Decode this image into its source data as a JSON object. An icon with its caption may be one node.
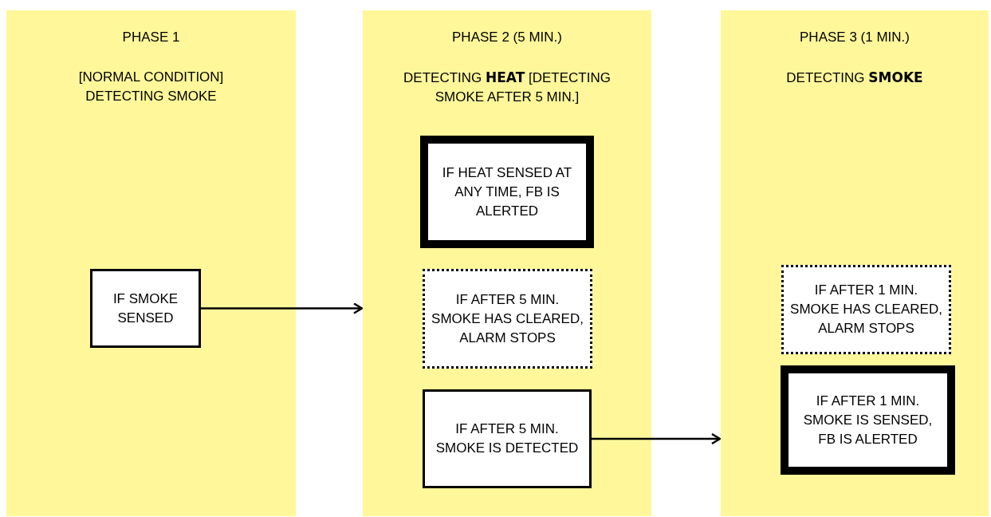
{
  "diagram": {
    "nodes": [
      {
        "text": [
          "PHASE 1",
          "[NORMAL CONDITION] DETECTING SMOKE"
        ]
      },
      {
        "text": [
          "PHASE 2 (5 MIN.)",
          "DETECTING **HEAT** [DETECTING SMOKE AFTER 5 MIN.]"
        ]
      },
      {
        "text": [
          "PHASE 3 (1 MIN.)",
          "DETECTING **SMOKE**"
        ]
      },
      {
        "text": [
          "IF SMOKE SENSED"
        ],
        "in": 0
      },
      {
        "text": [
          "IF HEAT SENSED AT ANY TIME, FB IS ALERTED"
        ],
        "in": 1
      },
      {
        "text": [
          "IF AFTER 5 MIN. SMOKE HAS CLEARED, ALARM STOPS"
        ],
        "in": 1
      },
      {
        "text": [
          "IF AFTER 5 MIN. SMOKE IS DETECTED"
        ],
        "in": 1
      },
      {
        "text": [
          "IF AFTER 1 MIN. SMOKE HAS CLEARED, ALARM STOPS"
        ],
        "in": 2
      },
      {
        "text": [
          "IF AFTER 1 MIN. SMOKE IS SENSED, FB IS ALERTED"
        ],
        "in": 2
      }
    ],
    "edges": [
      {
        "from": 3,
        "to": 1,
        "arrow": "to"
      },
      {
        "from": 6,
        "to": 2,
        "arrow": "to"
      }
    ]
  }
}
